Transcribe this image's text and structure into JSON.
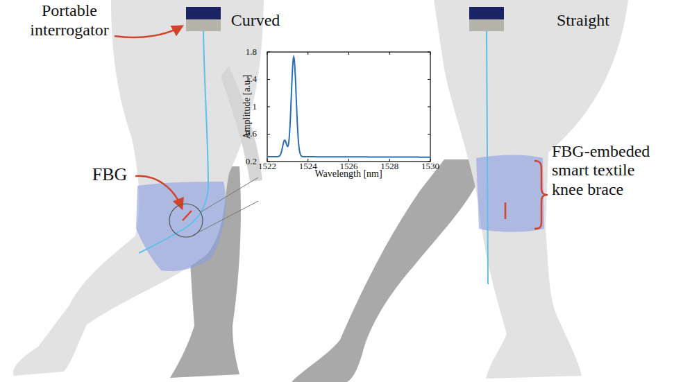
{
  "diagram": {
    "labels": [
      "Portable interrogator",
      "Curved",
      "Straight",
      "FBG",
      "FBG-embeded smart textile knee brace",
      "Amplitude [a.u.]",
      "Wavelength [nm]",
      "1.8",
      "1.4",
      "1",
      "0.6",
      "0.2",
      "1522",
      "1524",
      "1526",
      "1528",
      "1530"
    ]
  }
}
